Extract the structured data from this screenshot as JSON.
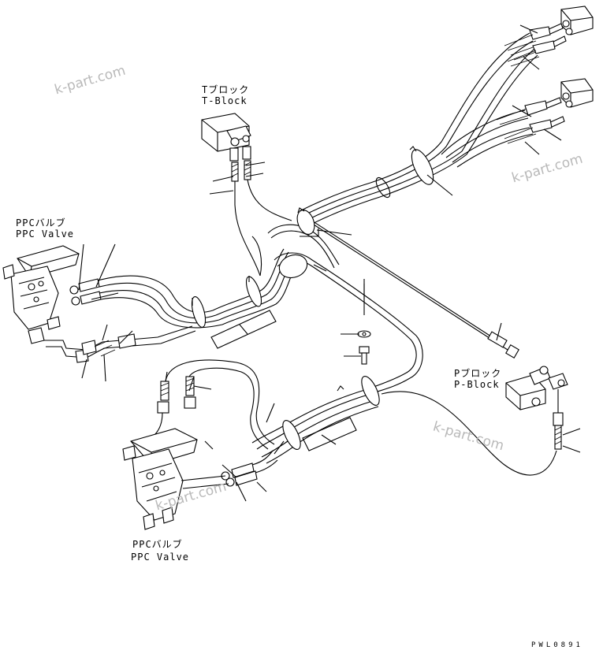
{
  "labels": {
    "t_block_jp": "Tブロック",
    "t_block_en": "T-Block",
    "ppc_top_jp": "PPCバルブ",
    "ppc_top_en": "PPC Valve",
    "p_block_jp": "Pブロック",
    "p_block_en": "P-Block",
    "ppc_bottom_jp": "PPCバルブ",
    "ppc_bottom_en": "PPC Valve"
  },
  "watermarks": [
    "k-part.com",
    "k-part.com",
    "k-part.com",
    "k-part.com"
  ],
  "drawing_code": "PWL0891",
  "colors": {
    "line": "#000000",
    "watermark": "#b9b9b9",
    "background": "#ffffff"
  }
}
